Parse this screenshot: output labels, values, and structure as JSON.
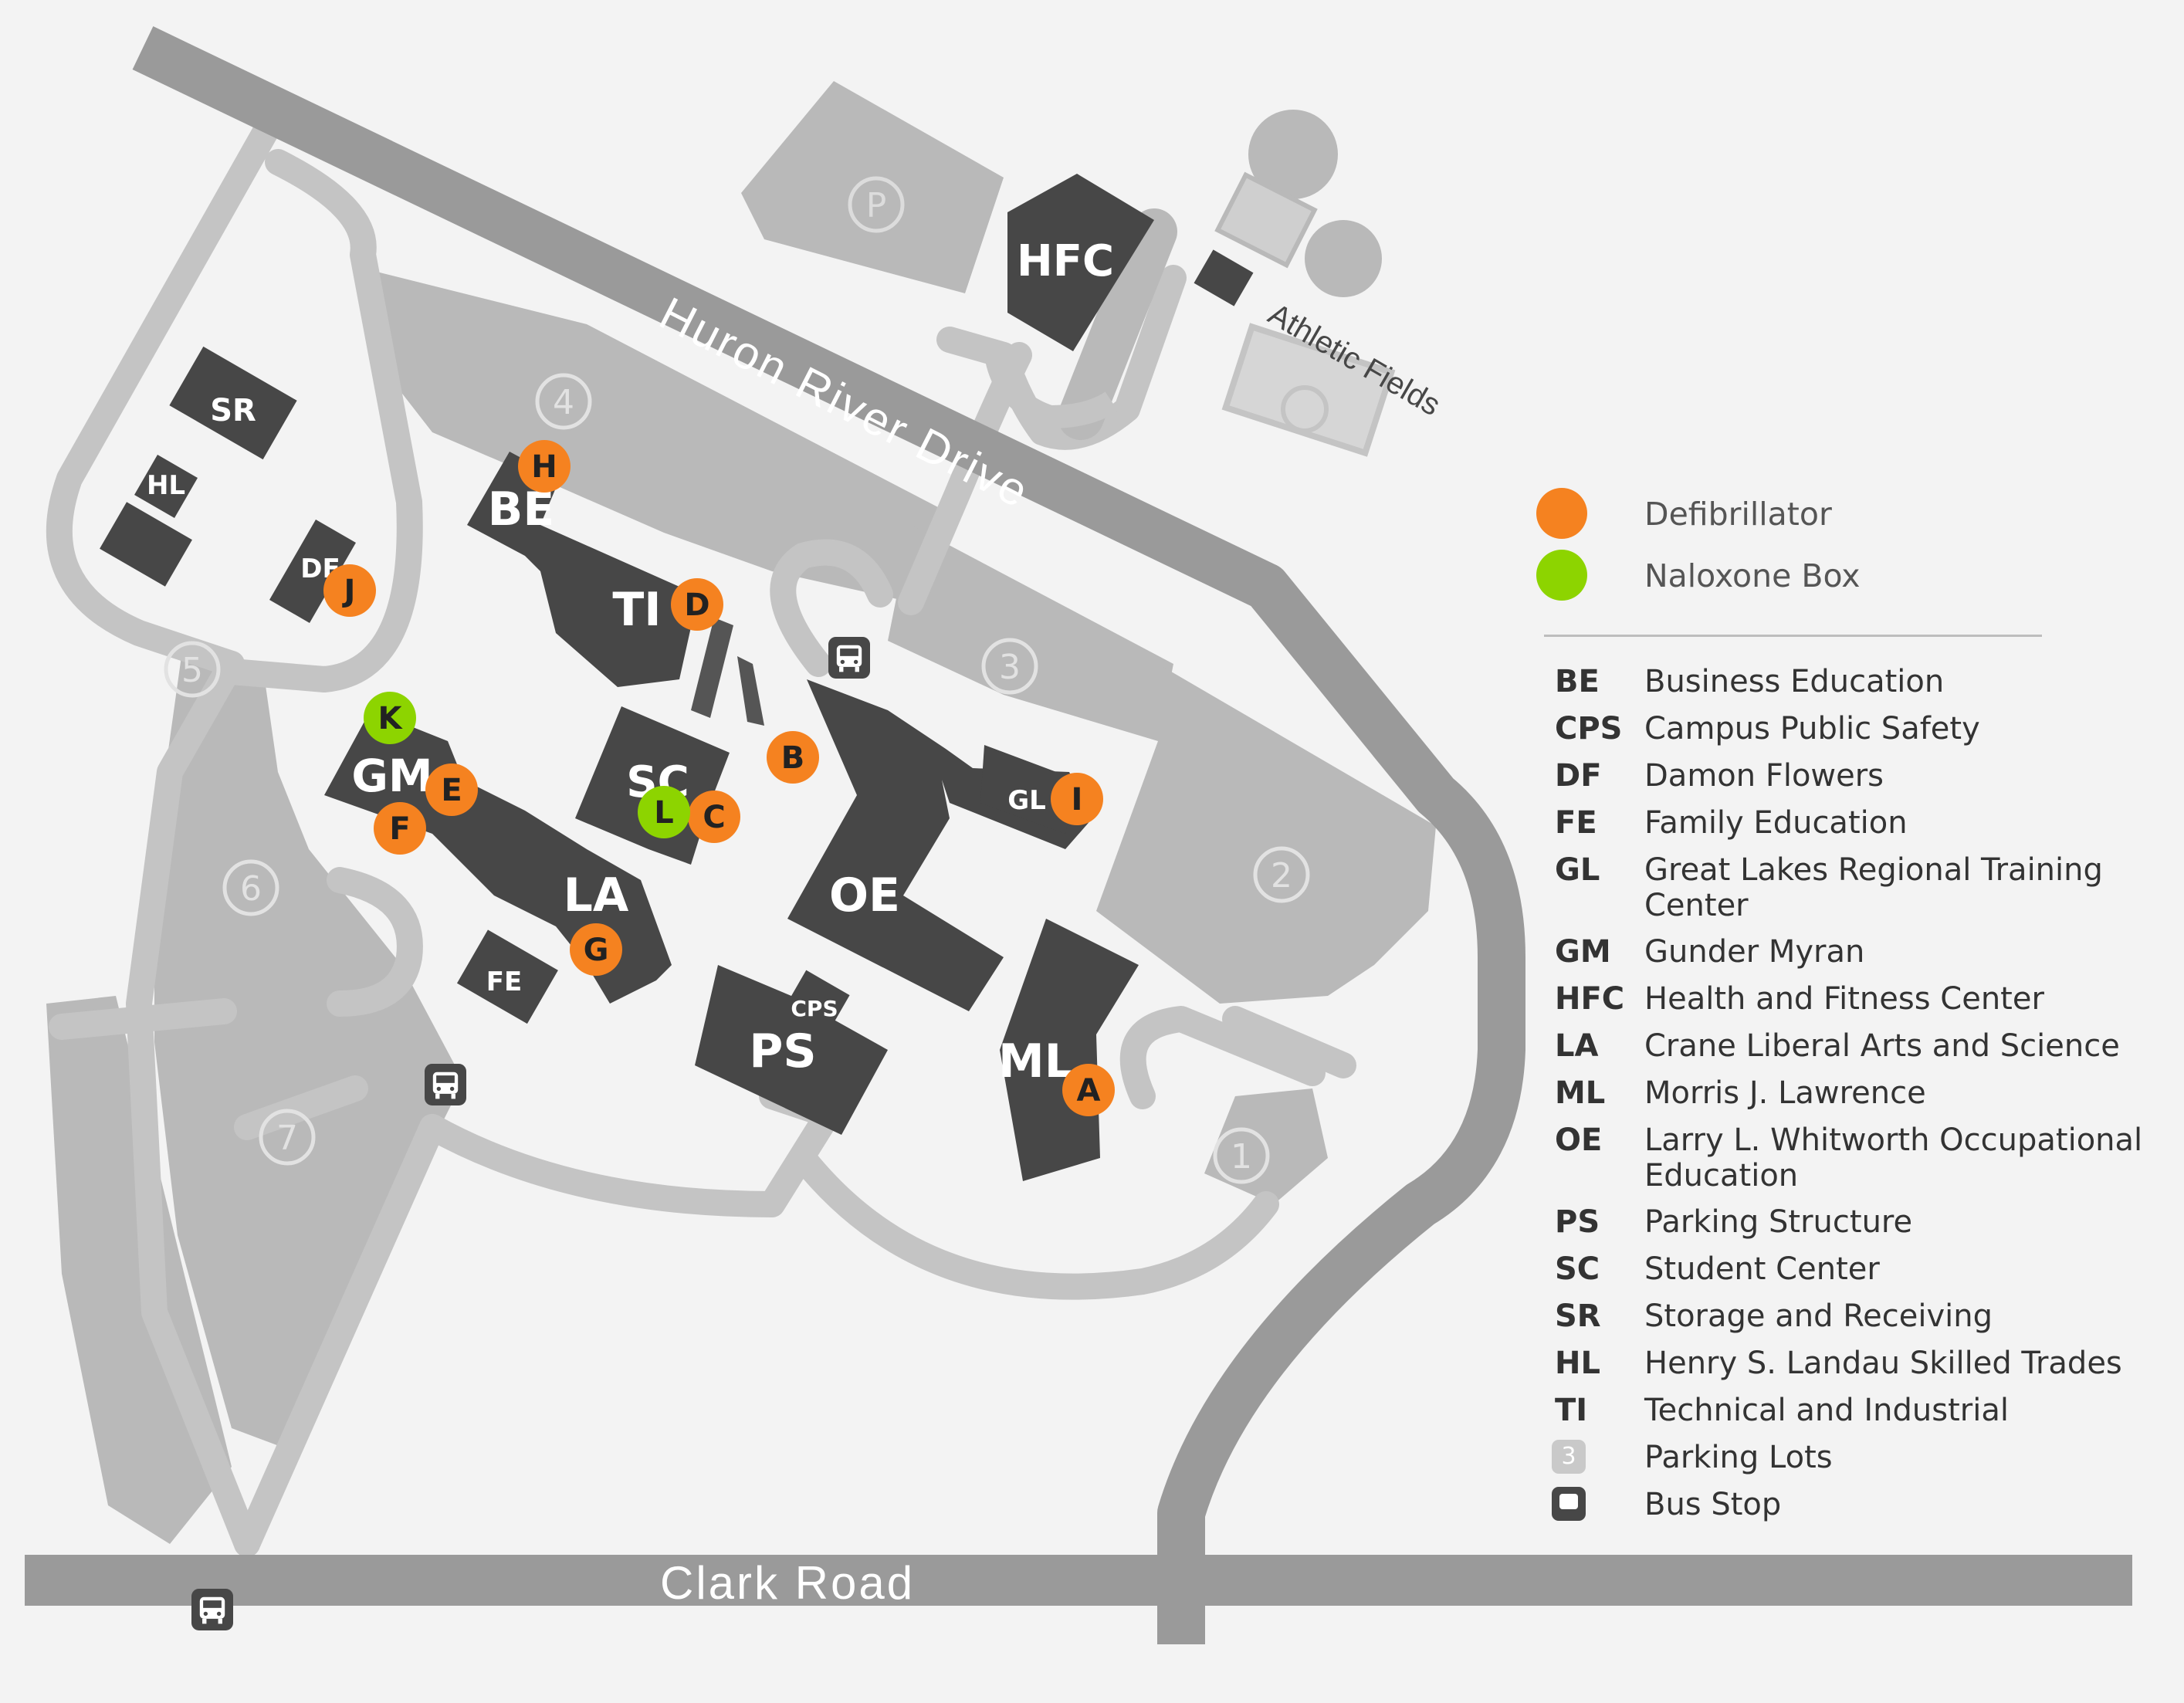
{
  "roads": {
    "huron_river_drive": "Huron River Drive",
    "clark_road": "Clark Road",
    "athletic_fields": "Athletic Fields"
  },
  "buildings": [
    {
      "code": "SR"
    },
    {
      "code": "HL"
    },
    {
      "code": "DF"
    },
    {
      "code": "BE"
    },
    {
      "code": "TI"
    },
    {
      "code": "GM"
    },
    {
      "code": "SC"
    },
    {
      "code": "LA"
    },
    {
      "code": "FE"
    },
    {
      "code": "PS"
    },
    {
      "code": "CPS"
    },
    {
      "code": "OE"
    },
    {
      "code": "GL"
    },
    {
      "code": "ML"
    },
    {
      "code": "HFC"
    }
  ],
  "parking_lots": [
    "1",
    "2",
    "3",
    "4",
    "5",
    "6",
    "7"
  ],
  "parking_structure_symbol": "P",
  "markers": [
    {
      "letter": "A",
      "type": "defibrillator"
    },
    {
      "letter": "B",
      "type": "defibrillator"
    },
    {
      "letter": "C",
      "type": "defibrillator"
    },
    {
      "letter": "D",
      "type": "defibrillator"
    },
    {
      "letter": "E",
      "type": "defibrillator"
    },
    {
      "letter": "F",
      "type": "defibrillator"
    },
    {
      "letter": "G",
      "type": "defibrillator"
    },
    {
      "letter": "H",
      "type": "defibrillator"
    },
    {
      "letter": "I",
      "type": "defibrillator"
    },
    {
      "letter": "J",
      "type": "defibrillator"
    },
    {
      "letter": "K",
      "type": "naloxone"
    },
    {
      "letter": "L",
      "type": "naloxone"
    }
  ],
  "legend": {
    "defibrillator": "Defibrillator",
    "naloxone": "Naloxone Box",
    "entries": [
      {
        "code": "BE",
        "name": "Business Education"
      },
      {
        "code": "CPS",
        "name": "Campus Public Safety"
      },
      {
        "code": "DF",
        "name": "Damon Flowers"
      },
      {
        "code": "FE",
        "name": "Family Education"
      },
      {
        "code": "GL",
        "name": "Great Lakes Regional Training Center"
      },
      {
        "code": "GM",
        "name": "Gunder Myran"
      },
      {
        "code": "HFC",
        "name": "Health and Fitness Center"
      },
      {
        "code": "LA",
        "name": "Crane Liberal Arts and Science"
      },
      {
        "code": "ML",
        "name": "Morris J. Lawrence"
      },
      {
        "code": "OE",
        "name": "Larry L. Whitworth Occupational Education"
      },
      {
        "code": "PS",
        "name": "Parking Structure"
      },
      {
        "code": "SC",
        "name": "Student Center"
      },
      {
        "code": "SR",
        "name": "Storage and Receiving"
      },
      {
        "code": "HL",
        "name": "Henry S. Landau Skilled Trades"
      },
      {
        "code": "TI",
        "name": "Technical and Industrial"
      }
    ],
    "parking_lots_label": "Parking Lots",
    "parking_lots_symbol": "3",
    "bus_stop_label": "Bus Stop"
  },
  "colors": {
    "background": "#f3f3f3",
    "road": "#9a9a9a",
    "lot": "#b9b9b9",
    "building": "#474747",
    "defibrillator": "#f58220",
    "naloxone": "#8dd400"
  }
}
